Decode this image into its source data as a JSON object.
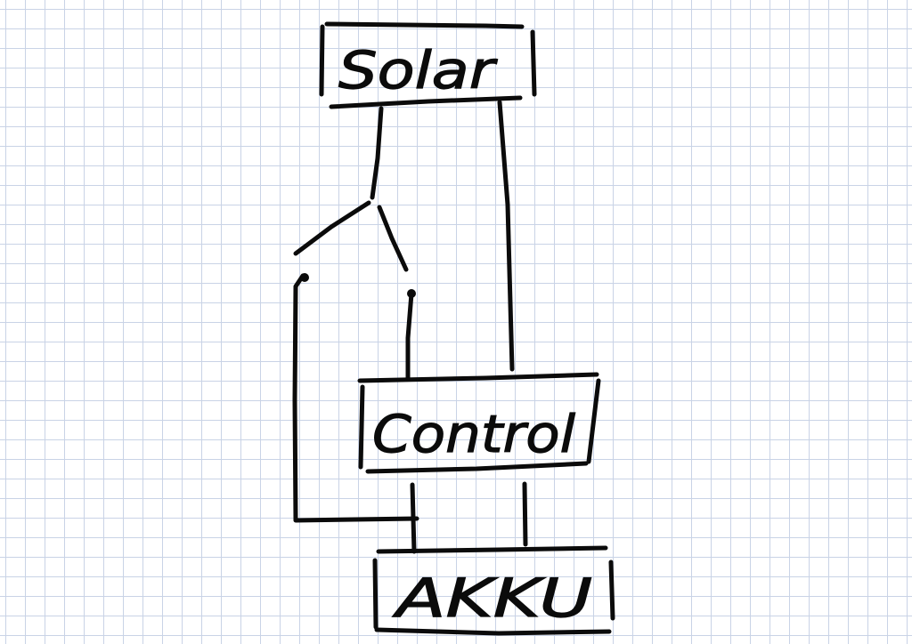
{
  "blocks": {
    "solar": "Solar",
    "control": "Control",
    "akku": "AKKU"
  },
  "colors": {
    "ink": "#0b0b0b",
    "grid": "#c9d3e6",
    "paper": "#ffffff"
  }
}
